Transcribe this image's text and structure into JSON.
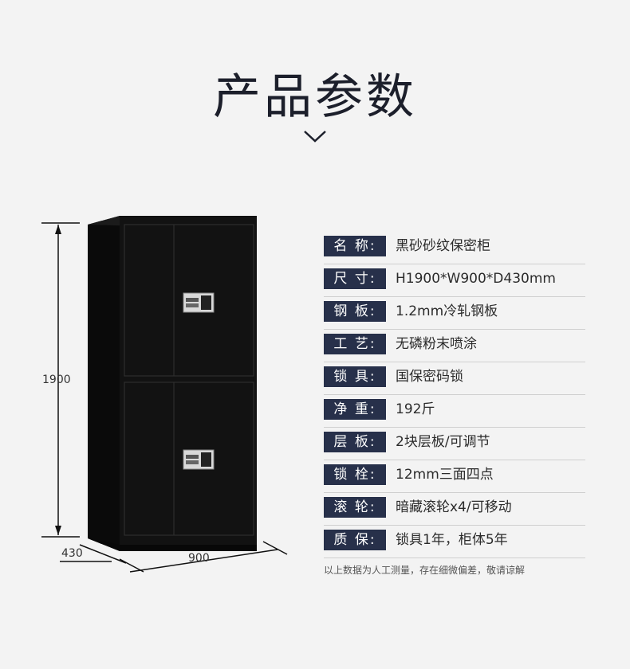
{
  "title": "产品参数",
  "icons": {
    "chevron": "chevron-down-icon"
  },
  "colors": {
    "label_bg": "#27304a",
    "background": "#f3f3f3",
    "cabinet": "#111111"
  },
  "dimensions": {
    "height": "1900",
    "width": "900",
    "depth": "430"
  },
  "specs": [
    {
      "label": "名 称:",
      "value": "黑砂砂纹保密柜"
    },
    {
      "label": "尺 寸:",
      "value": "H1900*W900*D430mm"
    },
    {
      "label": "钢 板:",
      "value": "1.2mm冷轧钢板"
    },
    {
      "label": "工 艺:",
      "value": "无磷粉末喷涂"
    },
    {
      "label": "锁 具:",
      "value": "国保密码锁"
    },
    {
      "label": "净 重:",
      "value": "192斤"
    },
    {
      "label": "层 板:",
      "value": "2块层板/可调节"
    },
    {
      "label": "锁 栓:",
      "value": "12mm三面四点"
    },
    {
      "label": "滚 轮:",
      "value": "暗藏滚轮x4/可移动"
    },
    {
      "label": "质 保:",
      "value": "锁具1年，柜体5年"
    }
  ],
  "note": "以上数据为人工测量，存在细微偏差，敬请谅解"
}
